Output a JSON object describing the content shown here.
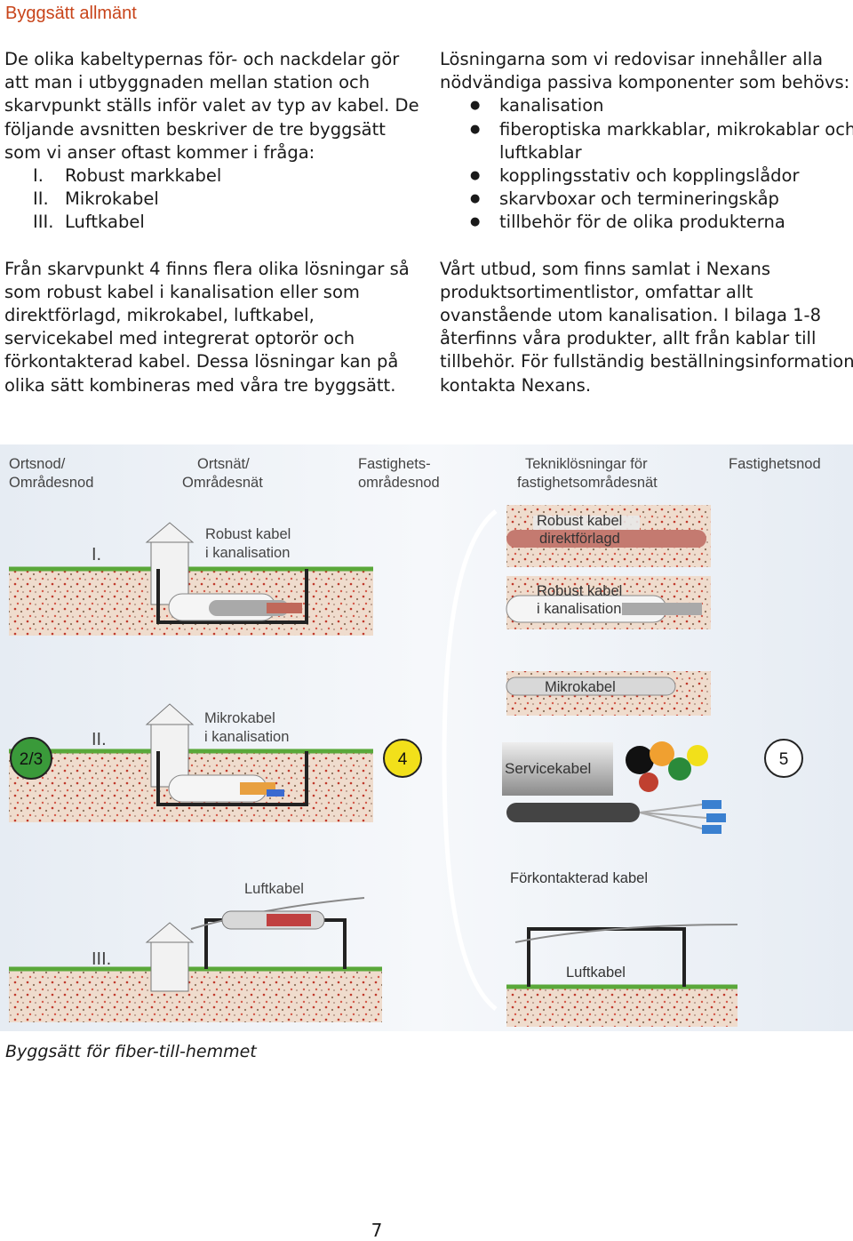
{
  "heading": "Byggsätt allmänt",
  "left": {
    "intro": "De olika kabeltypernas för- och nackdelar gör att man i utbyggnaden mellan station och skarvpunkt ställs inför valet av typ av kabel. De följande avsnitten beskriver de tre byggsätt som vi anser oftast kommer i fråga:",
    "methods": [
      {
        "num": "I.",
        "label": "Robust markkabel"
      },
      {
        "num": "II.",
        "label": "Mikrokabel"
      },
      {
        "num": "III.",
        "label": "Luftkabel"
      }
    ],
    "para2": "Från skarvpunkt 4 finns flera olika lösningar så som robust kabel i kanalisation eller som direktförlagd, mikrokabel, luftkabel, servicekabel med integrerat optorör och förkontakterad kabel. Dessa lösningar kan på olika sätt kombineras med våra tre byggsätt."
  },
  "right": {
    "intro": "Lösningarna som vi redovisar innehåller alla nödvändiga passiva komponenter som behövs:",
    "bullets": [
      "kanalisation",
      "fiberoptiska markkablar, mikrokablar och luftkablar",
      "kopplingsstativ och kopplingslådor",
      "skarvboxar och termineringskåp",
      "tillbehör för de olika produkterna"
    ],
    "para2": "Vårt utbud, som finns samlat i Nexans produktsortimentlistor, omfattar allt ovanstående utom kanalisation. I bilaga 1-8 återfinns våra produkter, allt från kablar till tillbehör. För fullständig beställningsinformation kontakta Nexans."
  },
  "figure": {
    "headers": {
      "h1a": "Ortsnod/",
      "h1b": "Områdesnod",
      "h2a": "Ortsnät/",
      "h2b": "Områdesnät",
      "h3a": "Fastighets-",
      "h3b": "områdesnod",
      "h4a": "Tekniklösningar  för",
      "h4b": "fastighetsområdesnät",
      "h5": "Fastighetsnod"
    },
    "roman": {
      "r1": "I.",
      "r2": "II.",
      "r3": "III."
    },
    "left_labels": {
      "robust_a": "Robust kabel",
      "robust_b": "i kanalisation",
      "mikro_a": "Mikrokabel",
      "mikro_b": "i kanalisation",
      "luft": "Luftkabel"
    },
    "right_labels": {
      "direkt_a": "Robust kabel",
      "direkt_b": "direktförlagd",
      "kanal_a": "Robust kabel",
      "kanal_b": "i kanalisation",
      "mikro": "Mikrokabel",
      "service": "Servicekabel",
      "forkont": "Förkontakterad kabel",
      "luft": "Luftkabel"
    },
    "nodes": {
      "n23": "2/3",
      "n4": "4",
      "n5": "5"
    },
    "colors": {
      "node23": "#3a9a3a",
      "node4": "#f2e01a",
      "node5": "#ffffff",
      "label_box": "#e8e8e8",
      "soil": "#e8c9b5"
    }
  },
  "caption": "Byggsätt för fiber-till-hemmet",
  "page_number": "7"
}
